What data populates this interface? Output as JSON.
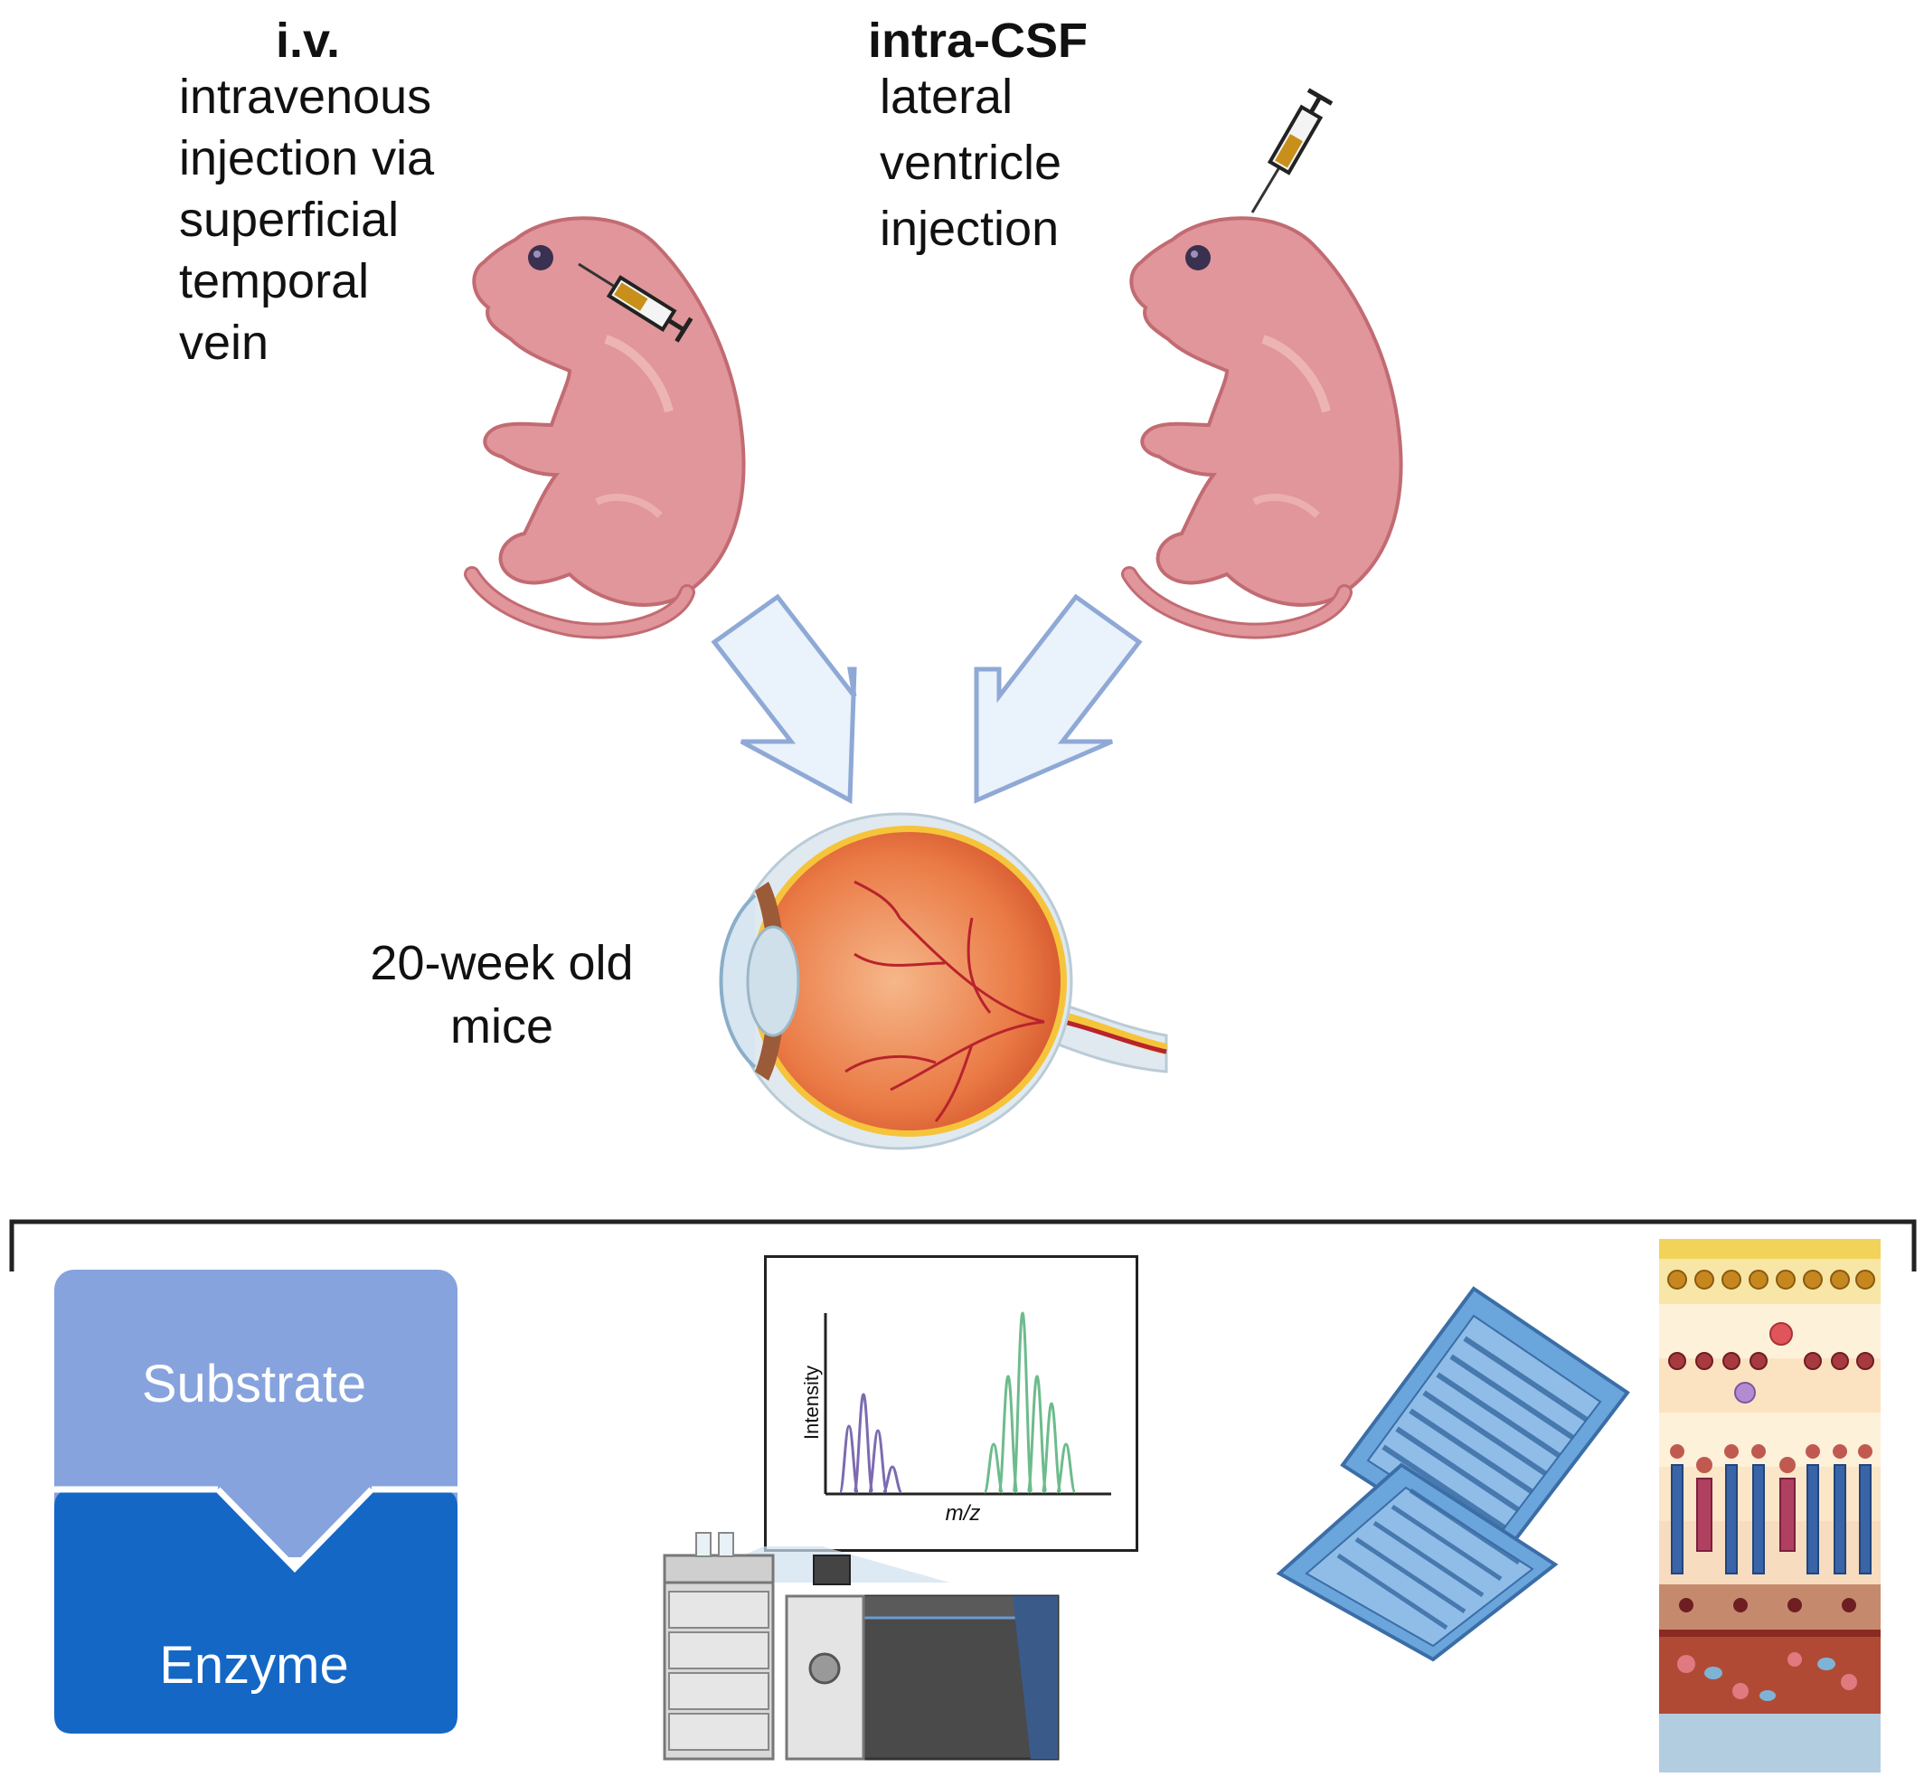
{
  "iv": {
    "heading": "i.v.",
    "description": [
      "intravenous",
      "injection via",
      "superficial",
      "temporal",
      "vein"
    ]
  },
  "csf": {
    "heading": "intra-CSF",
    "description": [
      "lateral",
      "ventricle",
      "injection"
    ]
  },
  "eye": {
    "label": [
      "20-week old",
      "mice"
    ]
  },
  "assay": {
    "substrate": "Substrate",
    "enzyme": "Enzyme"
  },
  "ms_plot": {
    "ylabel": "Intensity",
    "xlabel": "m/z"
  },
  "colors": {
    "mouse": "#e0969a",
    "arrow_fill": "#eaf2fb",
    "arrow_stroke": "#8fa9d6",
    "substrate": "#86a3de",
    "enzyme": "#1467c5",
    "cassette": "#6aa5db"
  }
}
